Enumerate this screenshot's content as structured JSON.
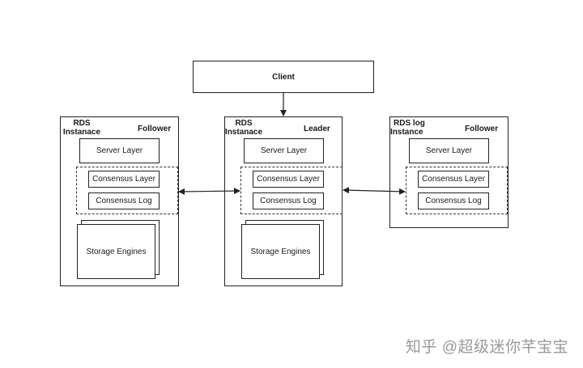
{
  "client": {
    "label": "Client"
  },
  "nodes": [
    {
      "id": "follower-left",
      "title_line1": "RDS",
      "title_line2": "Instanace",
      "role": "Follower",
      "server_layer": "Server Layer",
      "consensus_layer": "Consensus Layer",
      "consensus_log": "Consensus Log",
      "storage_engines": "Storage Engines"
    },
    {
      "id": "leader",
      "title_line1": "RDS",
      "title_line2": "Instanace",
      "role": "Leader",
      "server_layer": "Server Layer",
      "consensus_layer": "Consensus Layer",
      "consensus_log": "Consensus Log",
      "storage_engines": "Storage Engines"
    },
    {
      "id": "follower-right",
      "title_line1": "RDS log",
      "title_line2": "Instance",
      "role": "Follower",
      "server_layer": "Server Layer",
      "consensus_layer": "Consensus Layer",
      "consensus_log": "Consensus Log"
    }
  ],
  "watermark": "知乎 @超级迷你芊宝宝"
}
